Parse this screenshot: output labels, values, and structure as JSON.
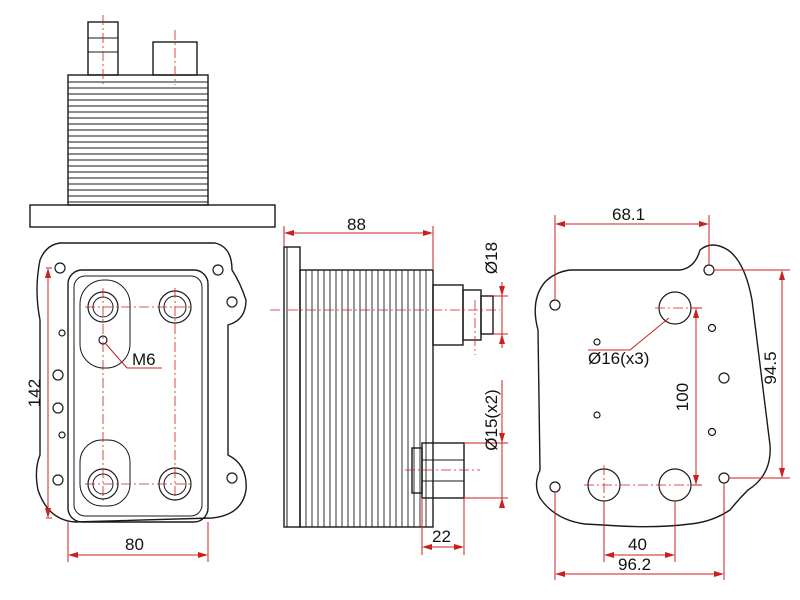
{
  "labels": {
    "top_width": "68.1",
    "side_depth": "88",
    "port_diameter": "Ø18",
    "front_thread": "M6",
    "front_height": "142",
    "front_width": "80",
    "port_diameter_x2": "Ø15(x2)",
    "port_length": "22",
    "hole_diameter_x3": "Ø16(x3)",
    "hole_spacing_vertical": "100",
    "overall_height": "94.5",
    "hole_spacing_horizontal": "40",
    "overall_width": "96.2"
  },
  "colors": {
    "outline": "#1a1a1a",
    "dimension": "#cc1f1f",
    "background": "#ffffff"
  }
}
